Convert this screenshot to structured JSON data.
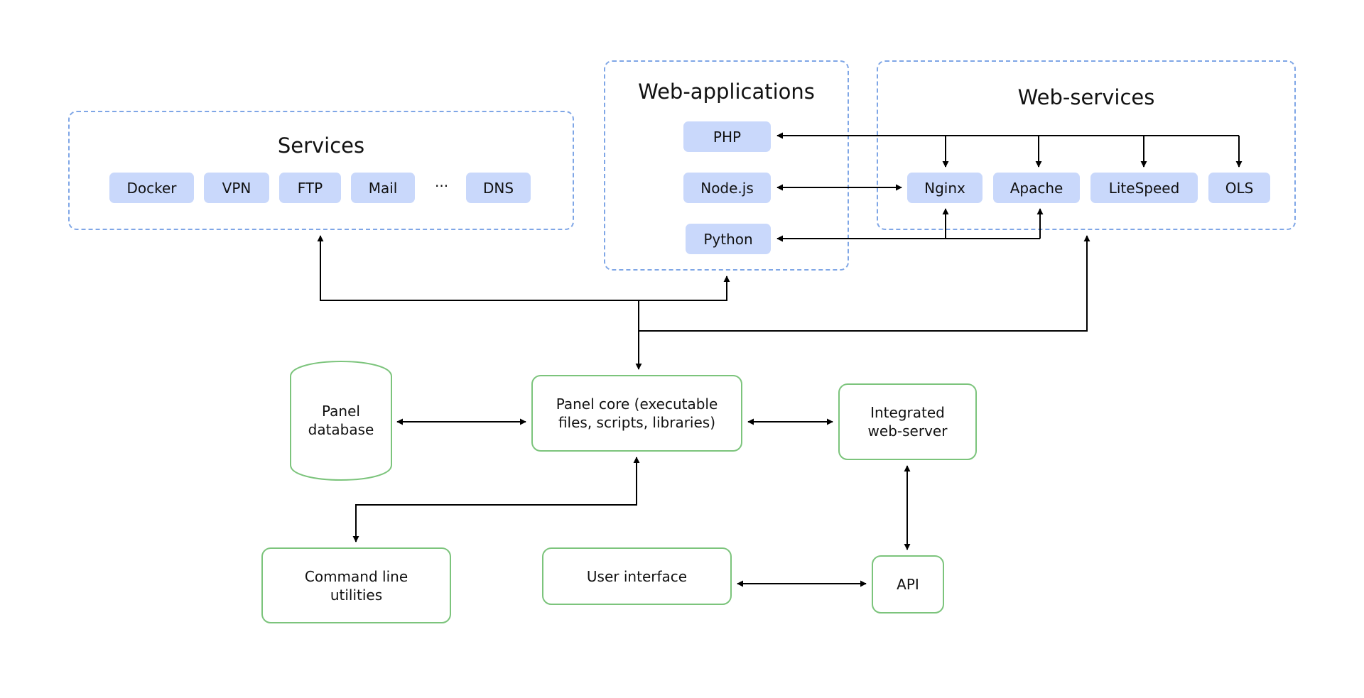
{
  "groups": {
    "services": {
      "title": "Services",
      "items": [
        "Docker",
        "VPN",
        "FTP",
        "Mail",
        "DNS"
      ],
      "ellipsis": "···"
    },
    "web_applications": {
      "title": "Web-applications",
      "items": [
        "PHP",
        "Node.js",
        "Python"
      ]
    },
    "web_services": {
      "title": "Web-services",
      "items": [
        "Nginx",
        "Apache",
        "LiteSpeed",
        "OLS"
      ]
    }
  },
  "nodes": {
    "database": "Panel\ndatabase",
    "core": "Panel core (executable\nfiles, scripts, libraries)",
    "webserver": "Integrated\nweb-server",
    "cli": "Command line\nutilities",
    "ui": "User interface",
    "api": "API"
  },
  "colors": {
    "group_border": "#7fa6e6",
    "chip_fill": "#c9d8fb",
    "node_border": "#7cc47c",
    "arrow": "#000000"
  }
}
